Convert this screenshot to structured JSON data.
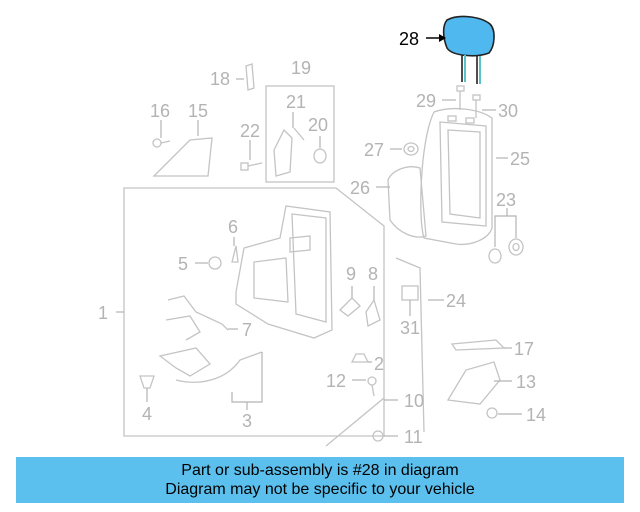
{
  "diagram": {
    "highlight_color": "#4fb8ee",
    "labels": {
      "l1": "1",
      "l2": "2",
      "l3": "3",
      "l4": "4",
      "l5": "5",
      "l6": "6",
      "l7": "7",
      "l8": "8",
      "l9": "9",
      "l10": "10",
      "l11": "11",
      "l12": "12",
      "l13": "13",
      "l14": "14",
      "l15": "15",
      "l16": "16",
      "l17": "17",
      "l18": "18",
      "l19": "19",
      "l20": "20",
      "l21": "21",
      "l22": "22",
      "l23": "23",
      "l24": "24",
      "l25": "25",
      "l26": "26",
      "l27": "27",
      "l28": "28",
      "l29": "29",
      "l30": "30",
      "l31": "31"
    }
  },
  "banner": {
    "background": "#5bc0ee",
    "line1": "Part or sub-assembly is #28 in diagram",
    "line2": "Diagram may not be specific to your vehicle"
  }
}
